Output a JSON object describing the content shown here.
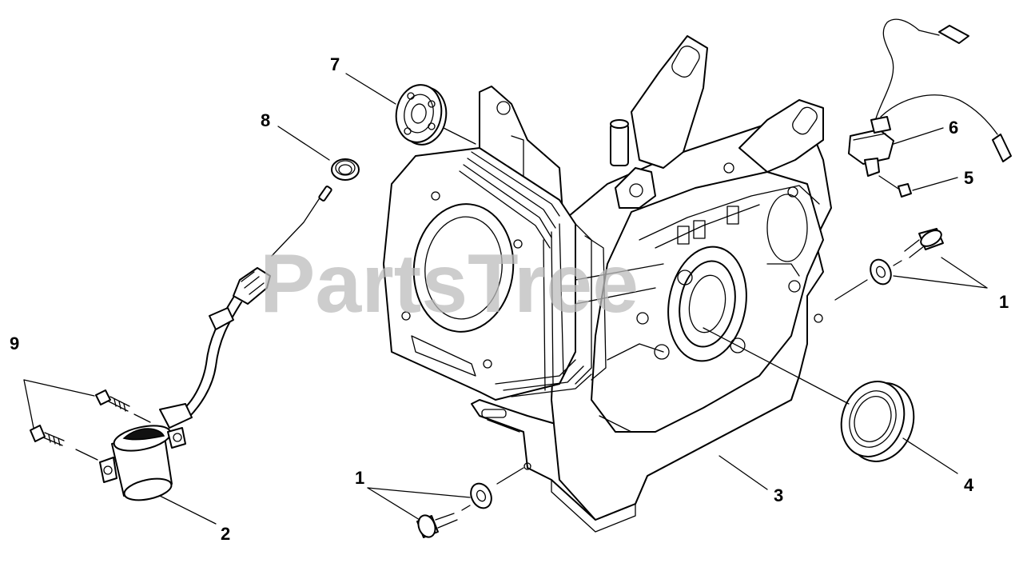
{
  "watermark": "PartsTree",
  "callouts": {
    "c1_right": "1",
    "c1_bottom": "1",
    "c2": "2",
    "c3": "3",
    "c4": "4",
    "c5": "5",
    "c6": "6",
    "c7": "7",
    "c8": "8",
    "c9": "9"
  },
  "icons": {
    "crankcase": "crankcase-block-icon",
    "seal": "oil-seal-icon",
    "bearing": "ball-bearing-icon",
    "sensor": "oil-sensor-icon",
    "bolt": "bolt-icon",
    "washer": "washer-icon",
    "governor": "governor-assembly-icon"
  }
}
